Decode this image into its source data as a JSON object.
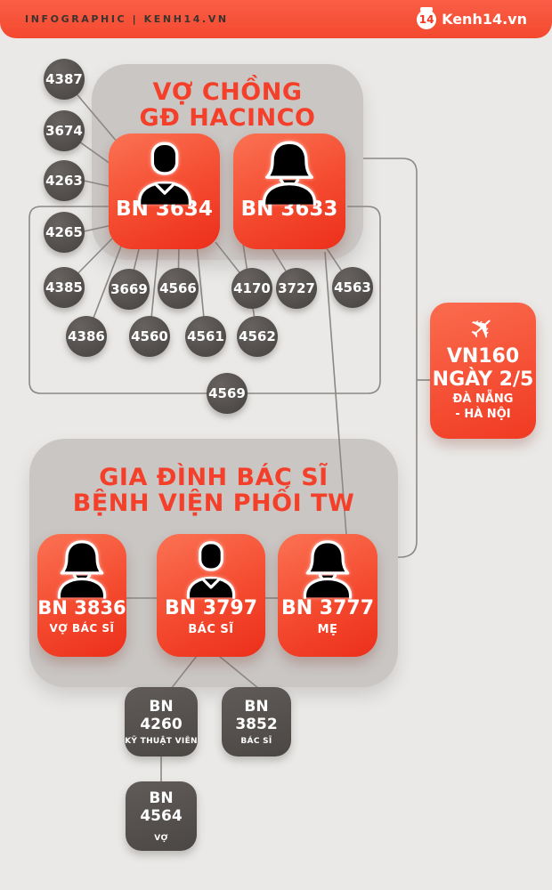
{
  "header": {
    "left_label": "INFOGRAPHIC  |  KENH14.VN",
    "badge_number": "14",
    "brand": "Kenh14.vn"
  },
  "group1": {
    "title_line1": "VỢ CHỒNG",
    "title_line2": "GĐ HACINCO",
    "members": [
      {
        "id": "BN 3634"
      },
      {
        "id": "BN 3633"
      }
    ]
  },
  "contact_circles": {
    "left": [
      "4387",
      "3674",
      "4263",
      "4265"
    ],
    "row1": [
      "4385",
      "3669",
      "4566",
      "4170",
      "3727",
      "4563"
    ],
    "row2": [
      "4386",
      "4560",
      "4561",
      "4562"
    ],
    "loop": "4569"
  },
  "flight": {
    "code": "VN160",
    "date_label": "NGÀY 2/5",
    "route_from": "ĐÀ NẴNG",
    "route_to": "- HÀ NỘI"
  },
  "group2": {
    "title_line1": "GIA ĐÌNH BÁC SĨ",
    "title_line2": "BỆNH VIỆN PHỐI TW",
    "members": [
      {
        "id": "BN 3836",
        "role": "VỢ BÁC SĨ"
      },
      {
        "id": "BN 3797",
        "role": "BÁC SĨ"
      },
      {
        "id": "BN 3777",
        "role": "MẸ"
      }
    ]
  },
  "secondary_cases": [
    {
      "line1": "BN",
      "line2": "4260",
      "role": "KỸ THUẬT VIÊN"
    },
    {
      "line1": "BN",
      "line2": "3852",
      "role": "BÁC SĨ"
    },
    {
      "line1": "BN",
      "line2": "4564",
      "role": "VỢ"
    }
  ],
  "colors": {
    "accent_red": "#f4402a",
    "header_bg": "#f6503b",
    "panel_gray": "#c9c6c4",
    "dark_gray": "#55514d",
    "line_gray": "#8b8886",
    "background": "#eae9e7"
  }
}
